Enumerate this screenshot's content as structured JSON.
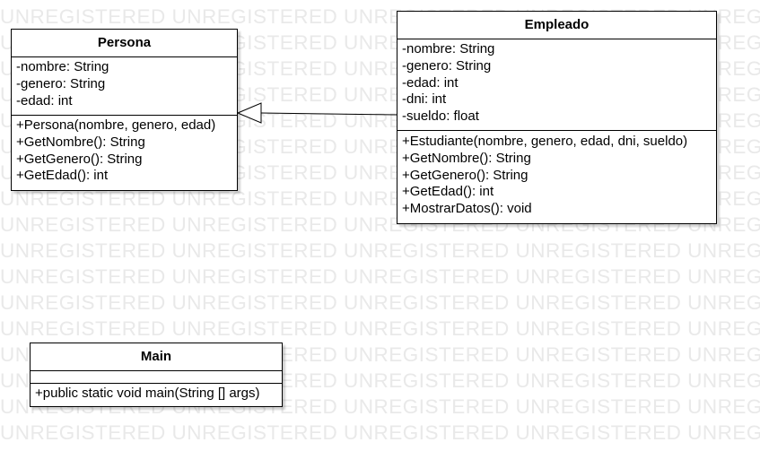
{
  "watermark_text": "UNREGISTERED",
  "classes": {
    "persona": {
      "name": "Persona",
      "attributes": [
        "-nombre: String",
        "-genero: String",
        "-edad: int"
      ],
      "methods": [
        "+Persona(nombre, genero, edad)",
        "+GetNombre(): String",
        "+GetGenero(): String",
        "+GetEdad(): int"
      ]
    },
    "empleado": {
      "name": "Empleado",
      "attributes": [
        "-nombre: String",
        "-genero: String",
        "-edad: int",
        "-dni: int",
        "-sueldo: float"
      ],
      "methods": [
        "+Estudiante(nombre, genero, edad, dni, sueldo)",
        "+GetNombre(): String",
        "+GetGenero(): String",
        "+GetEdad(): int",
        "+MostrarDatos(): void"
      ]
    },
    "main": {
      "name": "Main",
      "attributes": [],
      "methods": [
        "+public static void main(String [] args)"
      ]
    }
  },
  "relations": [
    {
      "from": "Empleado",
      "to": "Persona",
      "type": "generalization"
    }
  ],
  "colors": {
    "stroke": "#000000",
    "fill": "#ffffff",
    "watermark": "#e9e9e9"
  }
}
